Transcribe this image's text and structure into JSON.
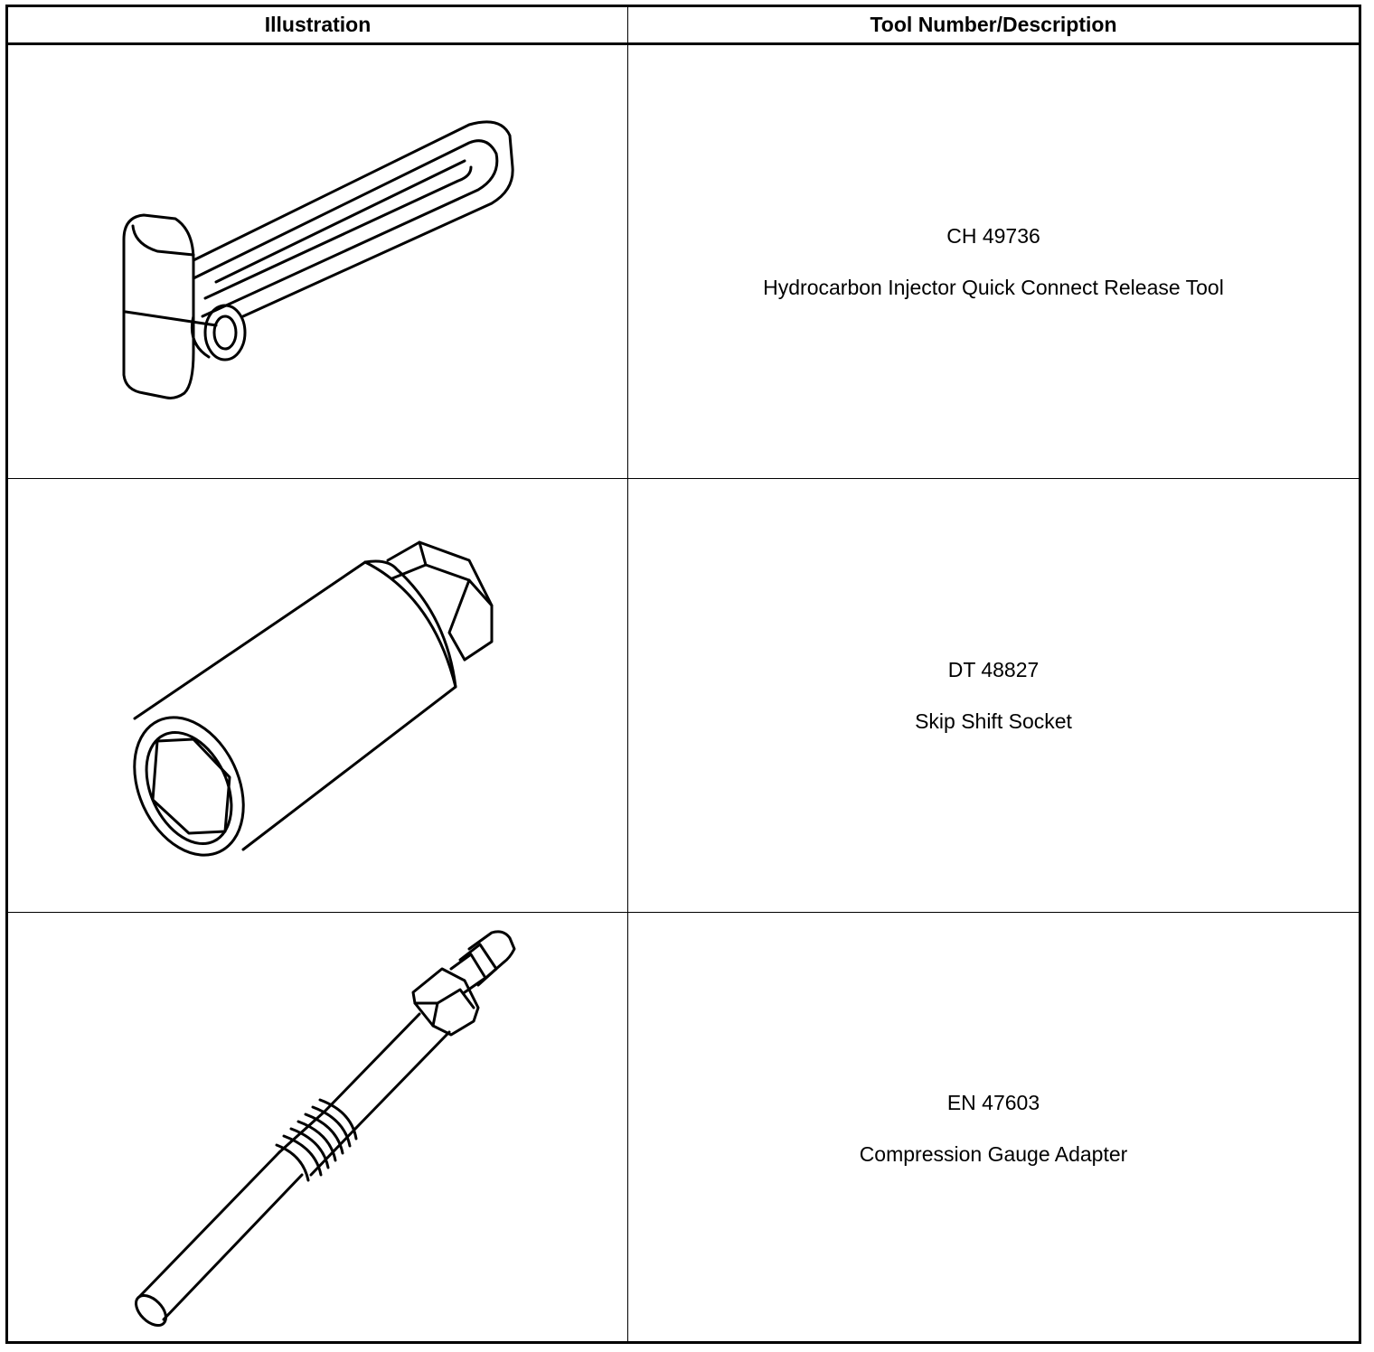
{
  "headers": {
    "illustration": "Illustration",
    "tool": "Tool Number/Description"
  },
  "rows": [
    {
      "number": "CH 49736",
      "description": "Hydrocarbon Injector Quick Connect Release Tool",
      "icon": "quick-connect-release-tool-icon"
    },
    {
      "number": "DT 48827",
      "description": "Skip Shift Socket",
      "icon": "socket-icon"
    },
    {
      "number": "EN 47603",
      "description": "Compression Gauge Adapter",
      "icon": "gauge-adapter-icon"
    }
  ]
}
